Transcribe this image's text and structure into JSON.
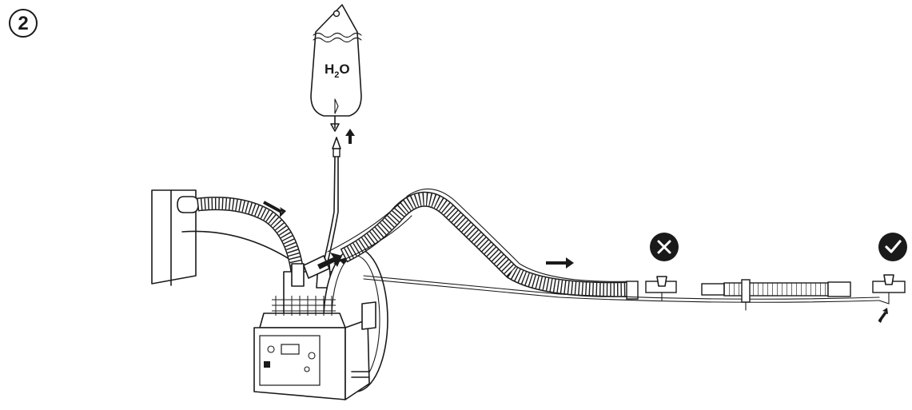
{
  "step": {
    "number": "2"
  },
  "bag": {
    "label_main": "H",
    "label_sub": "2",
    "label_end": "O"
  },
  "colors": {
    "ink": "#1a1a1a",
    "background": "#ffffff",
    "icon_fill": "#1a1a1a",
    "icon_glyph": "#ffffff"
  },
  "icons": {
    "incorrect": "cross-circle-icon",
    "correct": "check-circle-icon",
    "flow_arrow": "arrow-icon"
  }
}
